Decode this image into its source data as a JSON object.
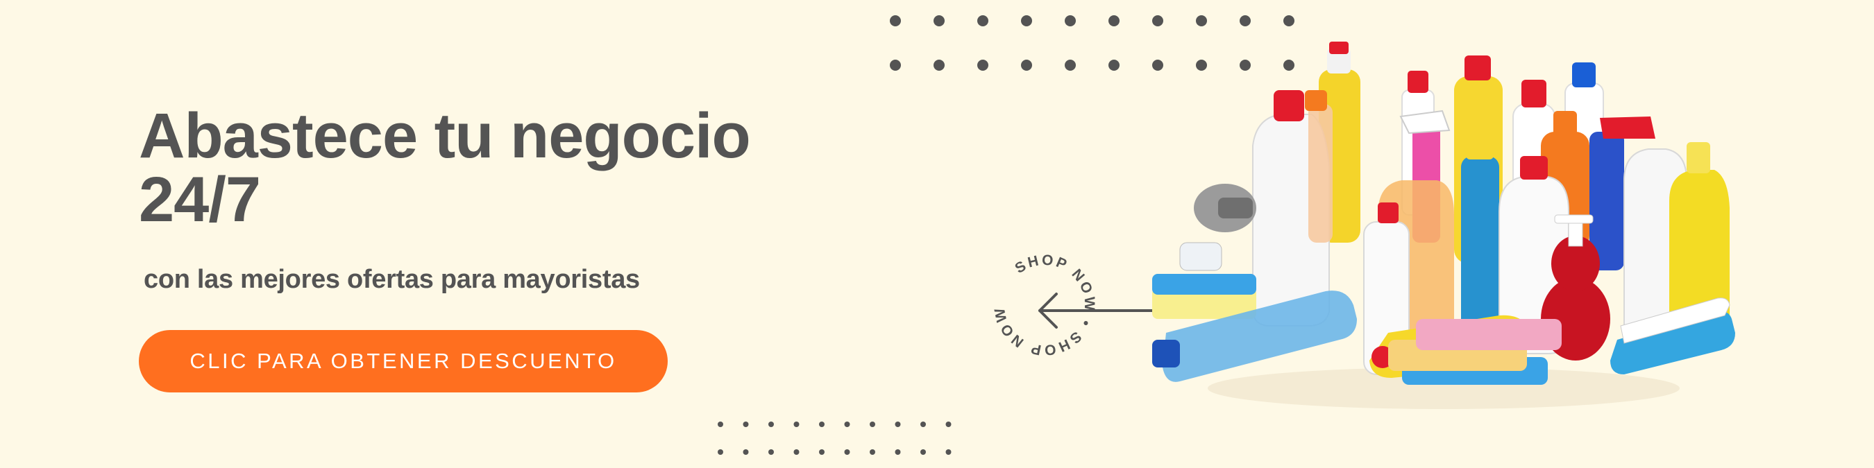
{
  "headline": {
    "line1": "Abastece tu negocio",
    "line2": "24/7"
  },
  "subheadline": "con las mejores ofertas para mayoristas",
  "cta": {
    "label": "CLIC PARA OBTENER DESCUENTO"
  },
  "shop_badge": {
    "text": "SHOP NOW • SHOP NOW •",
    "icon": "arrow-left-icon"
  },
  "product_image": {
    "icon": "cleaning-products-image"
  },
  "colors": {
    "background": "#fef9e6",
    "text": "#545454",
    "accent": "#ff6f1f",
    "dots": "#545454"
  }
}
